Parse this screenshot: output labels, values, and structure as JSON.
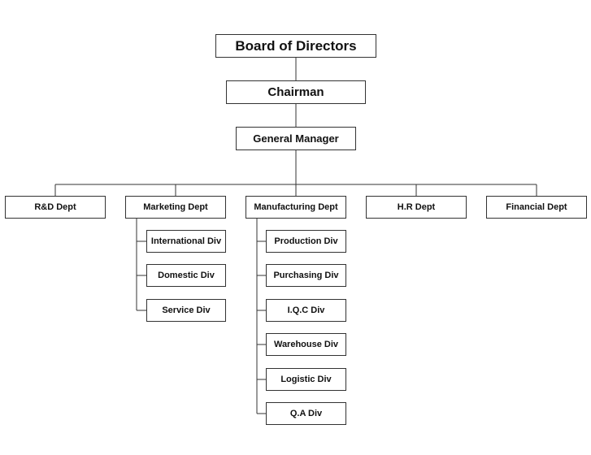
{
  "org_chart": {
    "board": "Board of Directors",
    "chairman": "Chairman",
    "general_manager": "General Manager",
    "departments": [
      {
        "name": "R&D Dept",
        "divisions": []
      },
      {
        "name": "Marketing Dept",
        "divisions": [
          "International Div",
          "Domestic Div",
          "Service Div"
        ]
      },
      {
        "name": "Manufacturing Dept",
        "divisions": [
          "Production Div",
          "Purchasing Div",
          "I.Q.C Div",
          "Warehouse Div",
          "Logistic Div",
          "Q.A Div"
        ]
      },
      {
        "name": "H.R Dept",
        "divisions": []
      },
      {
        "name": "Financial Dept",
        "divisions": []
      }
    ]
  },
  "colors": {
    "line": "#333333",
    "box_border": "#333333",
    "box_fill": "#ffffff",
    "text": "#111111"
  }
}
